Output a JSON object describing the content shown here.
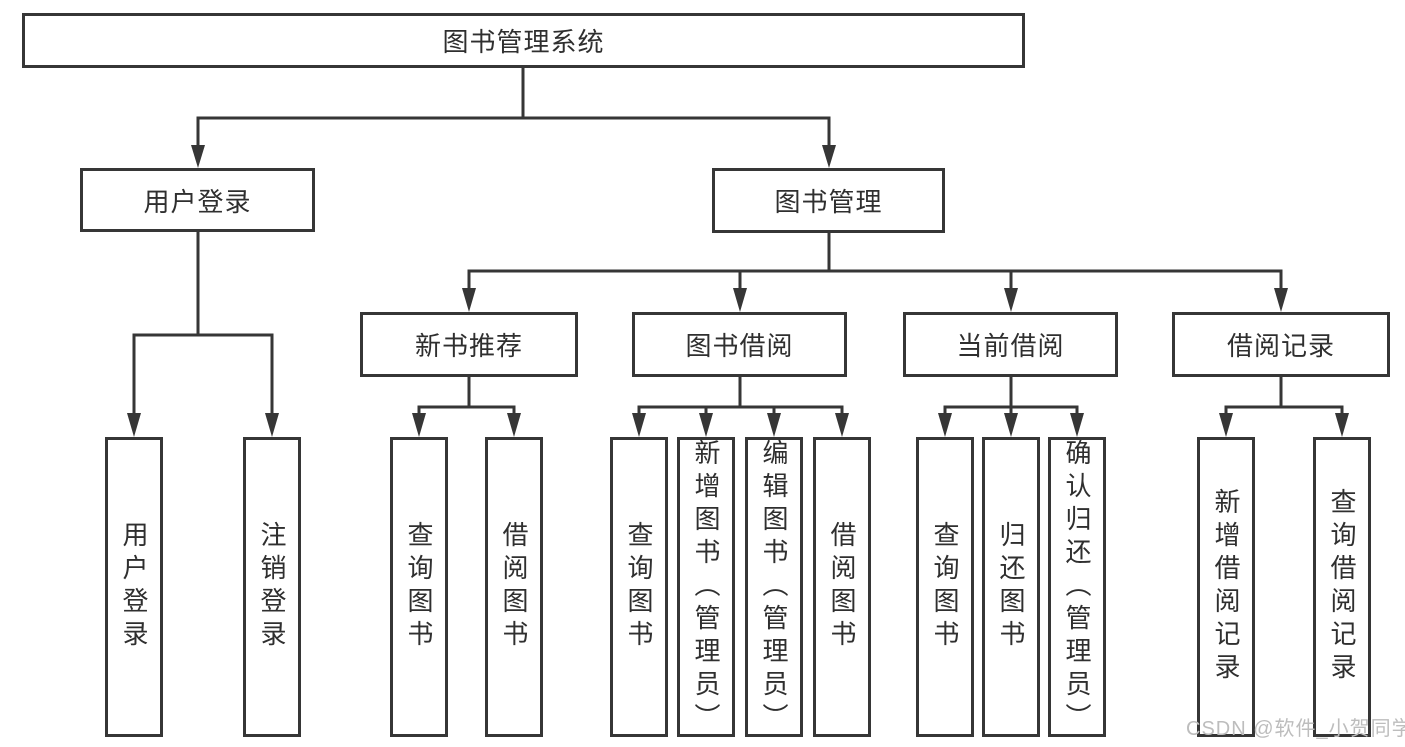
{
  "nodes": {
    "root": "图书管理系统",
    "userLogin": "用户登录",
    "bookMgmt": "图书管理",
    "newBooks": "新书推荐",
    "bookBorrow": "图书借阅",
    "currentBorrow": "当前借阅",
    "borrowRecords": "借阅记录"
  },
  "leaves": {
    "userLogin": [
      "用户登录",
      "注销登录"
    ],
    "newBooks": [
      "查询图书",
      "借阅图书"
    ],
    "bookBorrow": [
      "查询图书",
      "新增图书（管理员）",
      "编辑图书（管理员）",
      "借阅图书"
    ],
    "currentBorrow": [
      "查询图书",
      "归还图书",
      "确认归还（管理员）"
    ],
    "borrowRecords": [
      "新增借阅记录",
      "查询借阅记录"
    ]
  },
  "watermark": "CSDN @软件_小贺同学",
  "colors": {
    "line": "#363636",
    "text": "#2f2f2f",
    "watermark": "#bdbdbd",
    "background": "#ffffff"
  }
}
